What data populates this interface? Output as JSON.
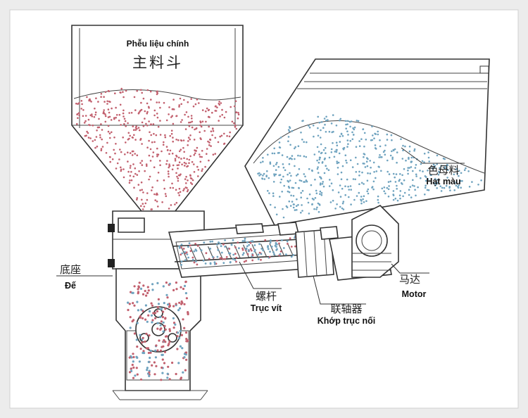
{
  "labels": {
    "main_hopper_vi": "Phễu liệu chính",
    "main_hopper_zh": "主料斗",
    "color_masterbatch_zh": "色母料",
    "color_masterbatch_vi": "Hạt màu",
    "base_zh": "底座",
    "base_vi": "Đế",
    "motor_zh": "马达",
    "motor_vi": "Motor",
    "screw_zh": "螺杆",
    "screw_vi": "Trục vít",
    "coupling_zh": "联轴器",
    "coupling_vi": "Khớp trục nối"
  },
  "colors": {
    "main_particles": "#c2606e",
    "color_particles": "#6fa3bf",
    "background": "#ececec",
    "panel": "#ffffff",
    "outline": "#333333"
  }
}
